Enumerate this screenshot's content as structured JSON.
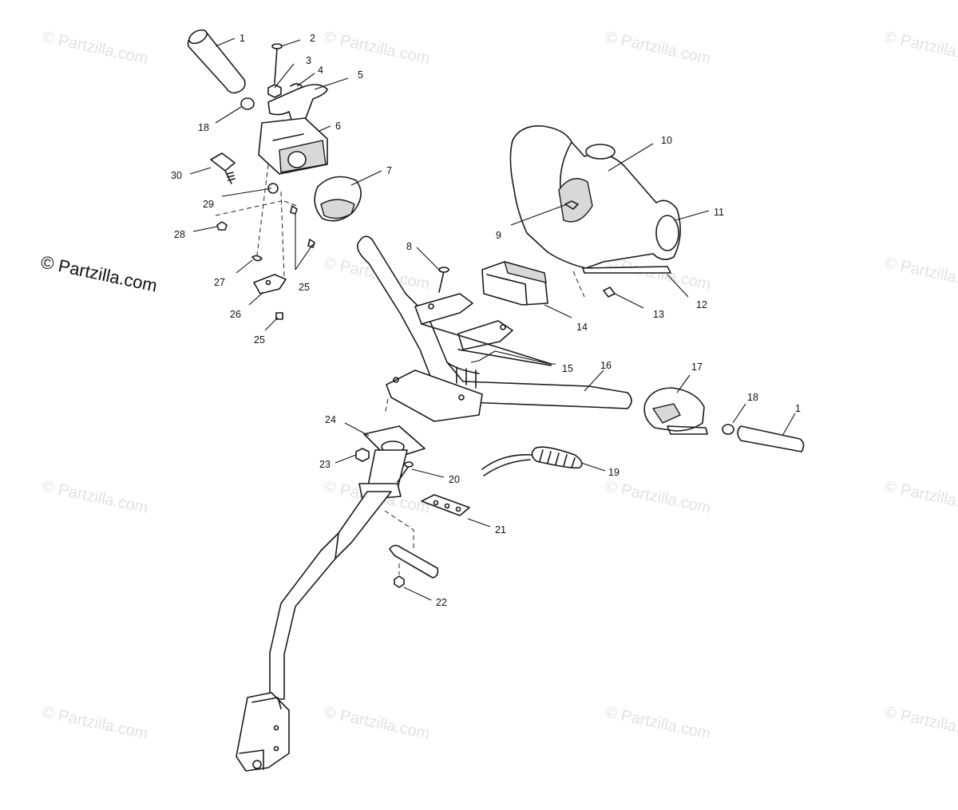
{
  "watermark": {
    "text": "© Partzilla.com",
    "main_text": "© Partzilla.com"
  },
  "callouts": [
    "1",
    "2",
    "3",
    "4",
    "5",
    "6",
    "7",
    "8",
    "9",
    "10",
    "11",
    "12",
    "13",
    "14",
    "15",
    "16",
    "17",
    "18",
    "1",
    "19",
    "20",
    "21",
    "22",
    "23",
    "24",
    "25",
    "25",
    "26",
    "27",
    "28",
    "29",
    "30",
    "18"
  ]
}
